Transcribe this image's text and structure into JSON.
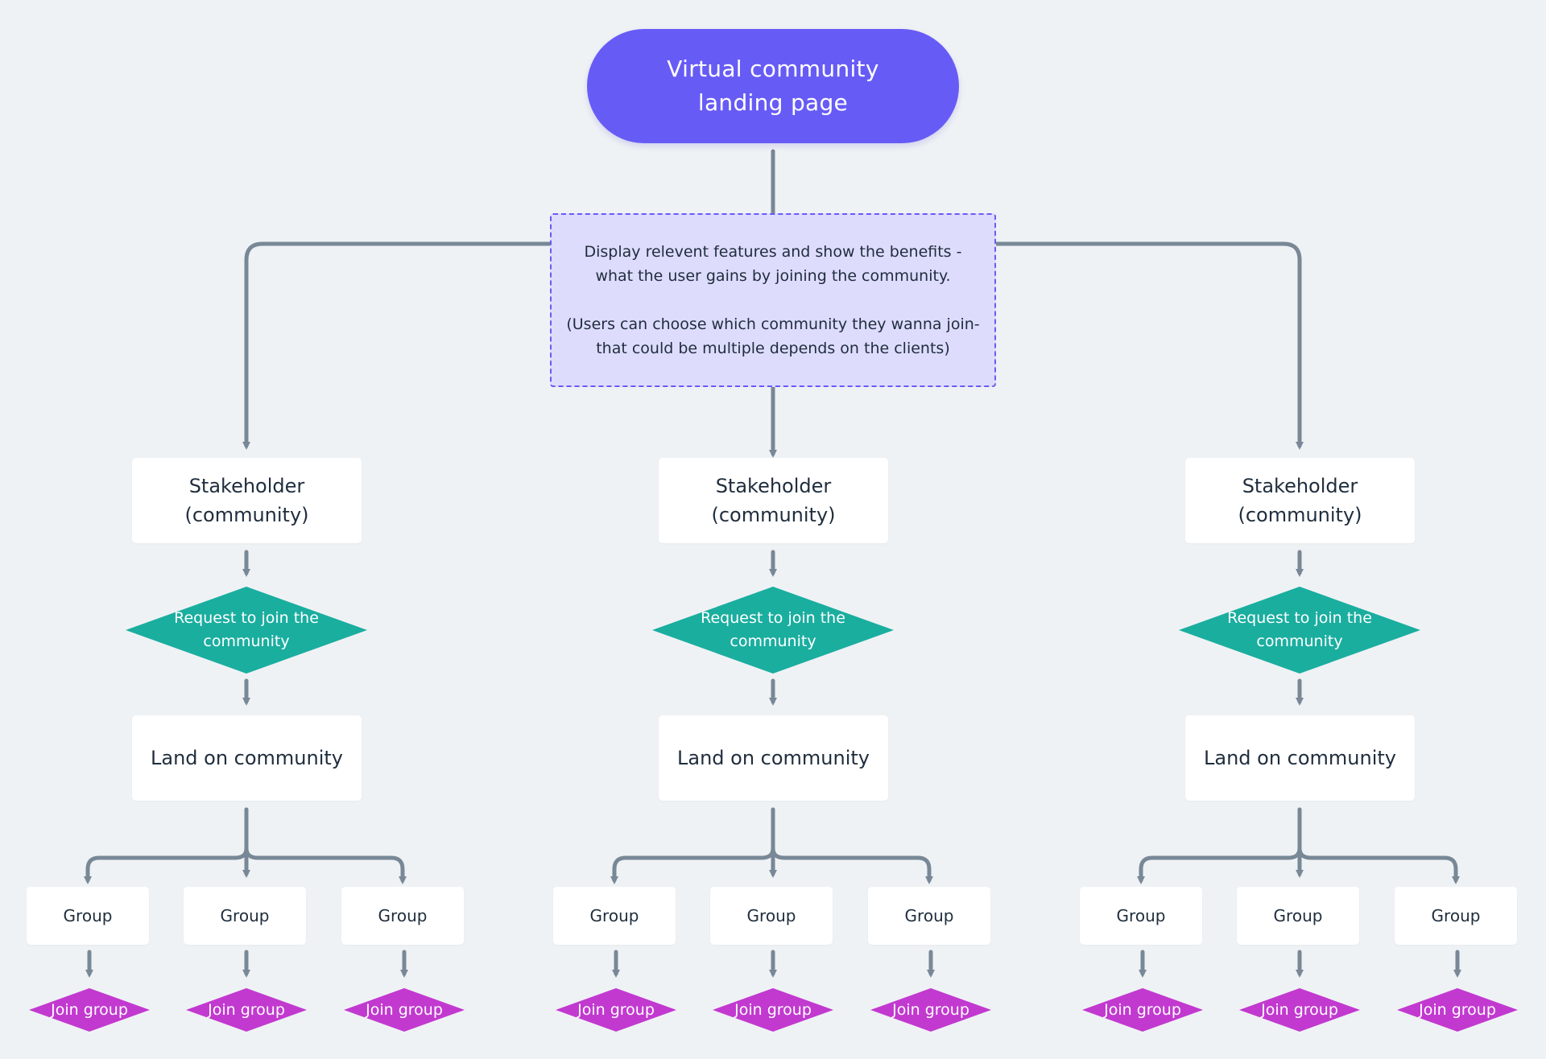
{
  "start": {
    "line1": "Virtual community",
    "line2": "landing page"
  },
  "note": {
    "line1": "Display relevent features and show the benefits -",
    "line2": "what the user gains by joining the community.",
    "line3": "(Users can choose which community they wanna join-",
    "line4": "that could be multiple depends on the clients)"
  },
  "columns": [
    {
      "stakeholder": {
        "line1": "Stakeholder",
        "line2": "(community)"
      },
      "request": "Request to join the community",
      "land": "Land on community",
      "groups": [
        {
          "label": "Group",
          "join": "Join group"
        },
        {
          "label": "Group",
          "join": "Join group"
        },
        {
          "label": "Group",
          "join": "Join group"
        }
      ]
    },
    {
      "stakeholder": {
        "line1": "Stakeholder",
        "line2": "(community)"
      },
      "request": "Request to join the community",
      "land": "Land on community",
      "groups": [
        {
          "label": "Group",
          "join": "Join group"
        },
        {
          "label": "Group",
          "join": "Join group"
        },
        {
          "label": "Group",
          "join": "Join group"
        }
      ]
    },
    {
      "stakeholder": {
        "line1": "Stakeholder",
        "line2": "(community)"
      },
      "request": "Request to join the community",
      "land": "Land on community",
      "groups": [
        {
          "label": "Group",
          "join": "Join group"
        },
        {
          "label": "Group",
          "join": "Join group"
        },
        {
          "label": "Group",
          "join": "Join group"
        }
      ]
    }
  ],
  "colors": {
    "background": "#eff2f5",
    "start": "#675bf6",
    "note_fill": "#dedcfd",
    "note_border": "#675bf6",
    "decision": "#1aae9f",
    "join": "#c239d0",
    "connector": "#788896",
    "box": "#ffffff",
    "text": "#1f2d3d"
  }
}
